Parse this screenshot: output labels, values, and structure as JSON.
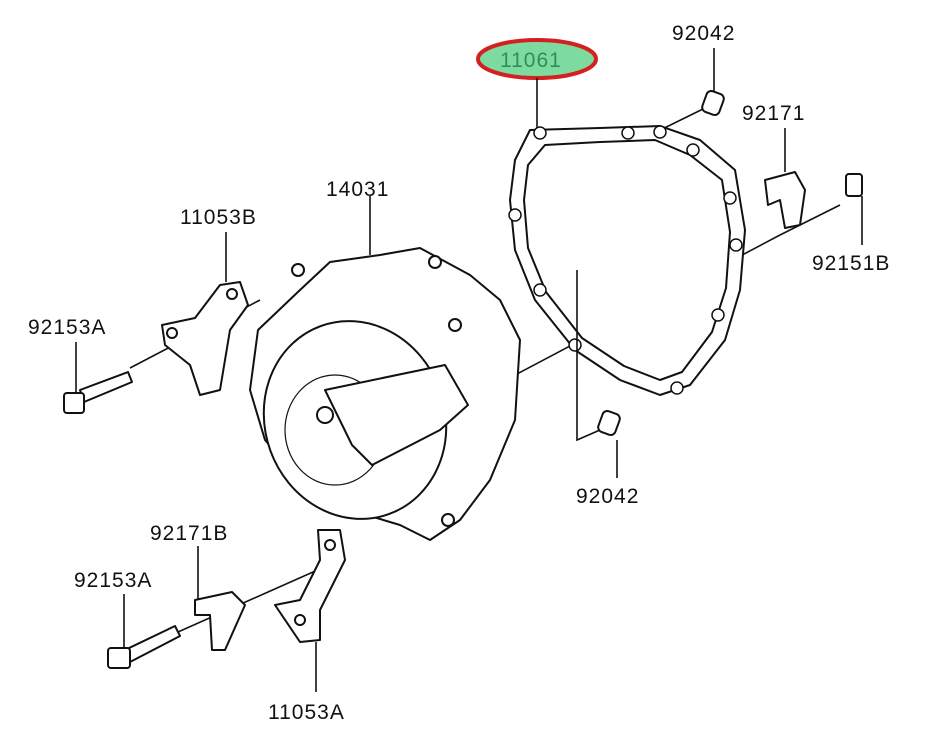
{
  "diagram": {
    "highlight_color": "#7ddba0",
    "highlight_ring_color": "#d42020",
    "labels": {
      "gasket": "11061",
      "dowel_top": "92042",
      "clamp": "92171",
      "cover": "14031",
      "bracket_upper": "11053B",
      "bolt_right": "92151B",
      "bolt_upper_left": "92153A",
      "dowel_bottom": "92042",
      "clamp_lower": "92171B",
      "bolt_lower_left": "92153A",
      "bracket_lower": "11053A"
    }
  }
}
